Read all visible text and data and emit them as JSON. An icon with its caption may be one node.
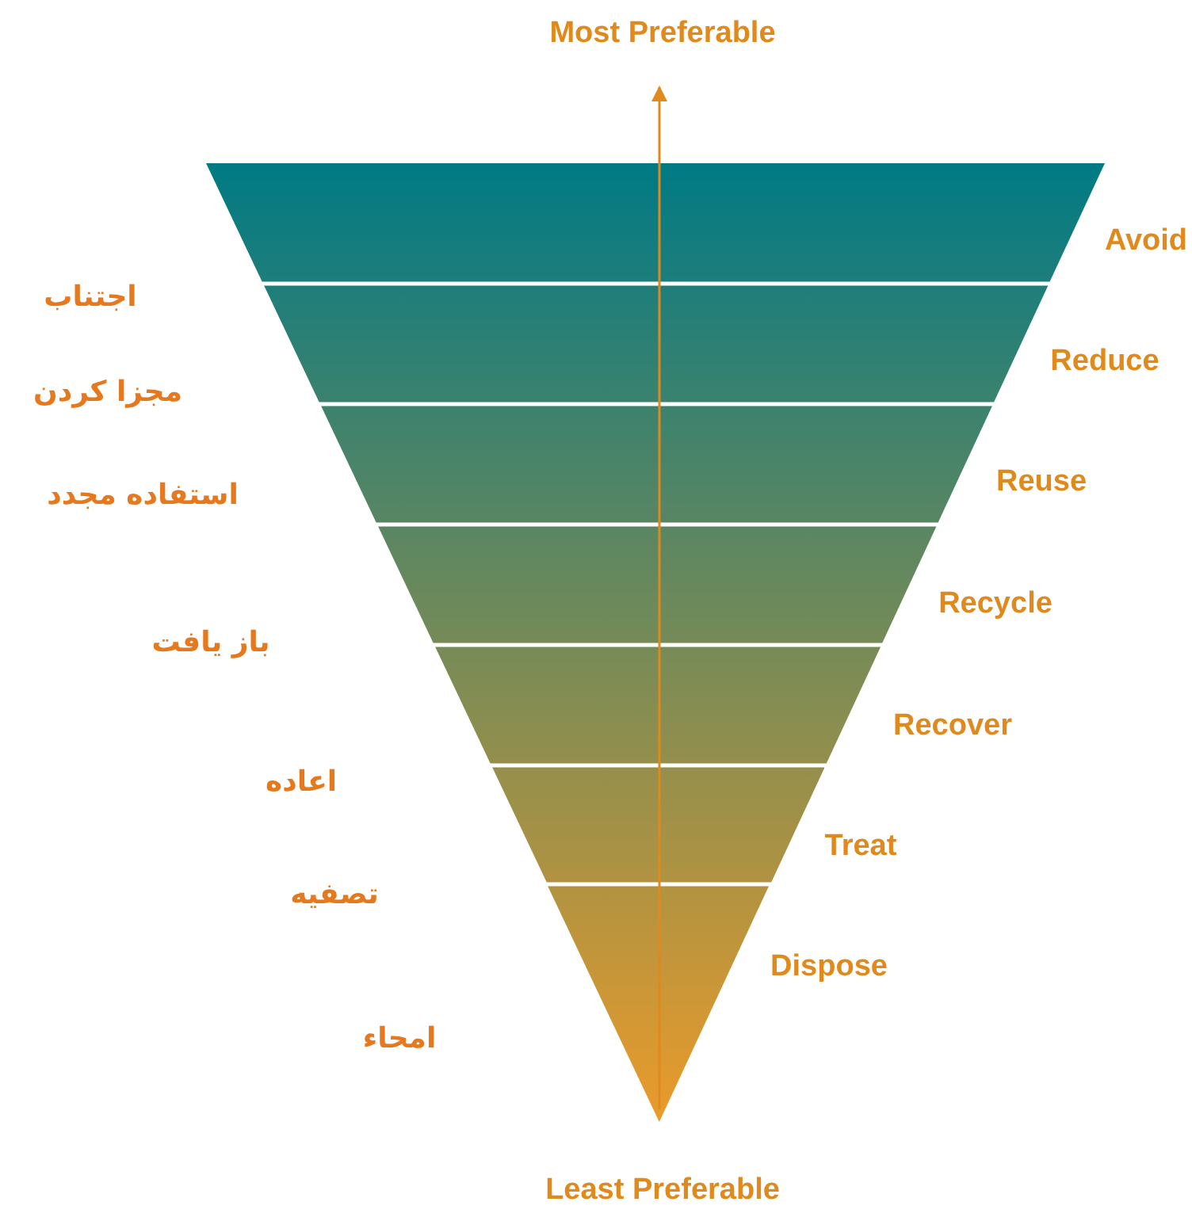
{
  "diagram": {
    "nodes": [
      {
        "text": [],
        "shape": "band",
        "beside": [
          "Avoid"
        ]
      },
      {
        "text": [],
        "shape": "band",
        "beside": [
          "Reduce"
        ]
      },
      {
        "text": [],
        "shape": "band",
        "beside": [
          "Reuse"
        ]
      },
      {
        "text": [],
        "shape": "band",
        "beside": [
          "Recycle"
        ]
      },
      {
        "text": [],
        "shape": "band",
        "beside": [
          "Recover"
        ]
      },
      {
        "text": [],
        "shape": "band",
        "beside": [
          "Treat"
        ]
      },
      {
        "text": [],
        "shape": "triangle",
        "beside": [
          "Dispose"
        ]
      }
    ],
    "labels": [
      "Most Preferable",
      "اجتناب",
      "مجزا کردن",
      "استفاده مجدد",
      "باز یافت",
      "اعاده",
      "تصفیه",
      "امحاء",
      "Least Preferable"
    ]
  }
}
